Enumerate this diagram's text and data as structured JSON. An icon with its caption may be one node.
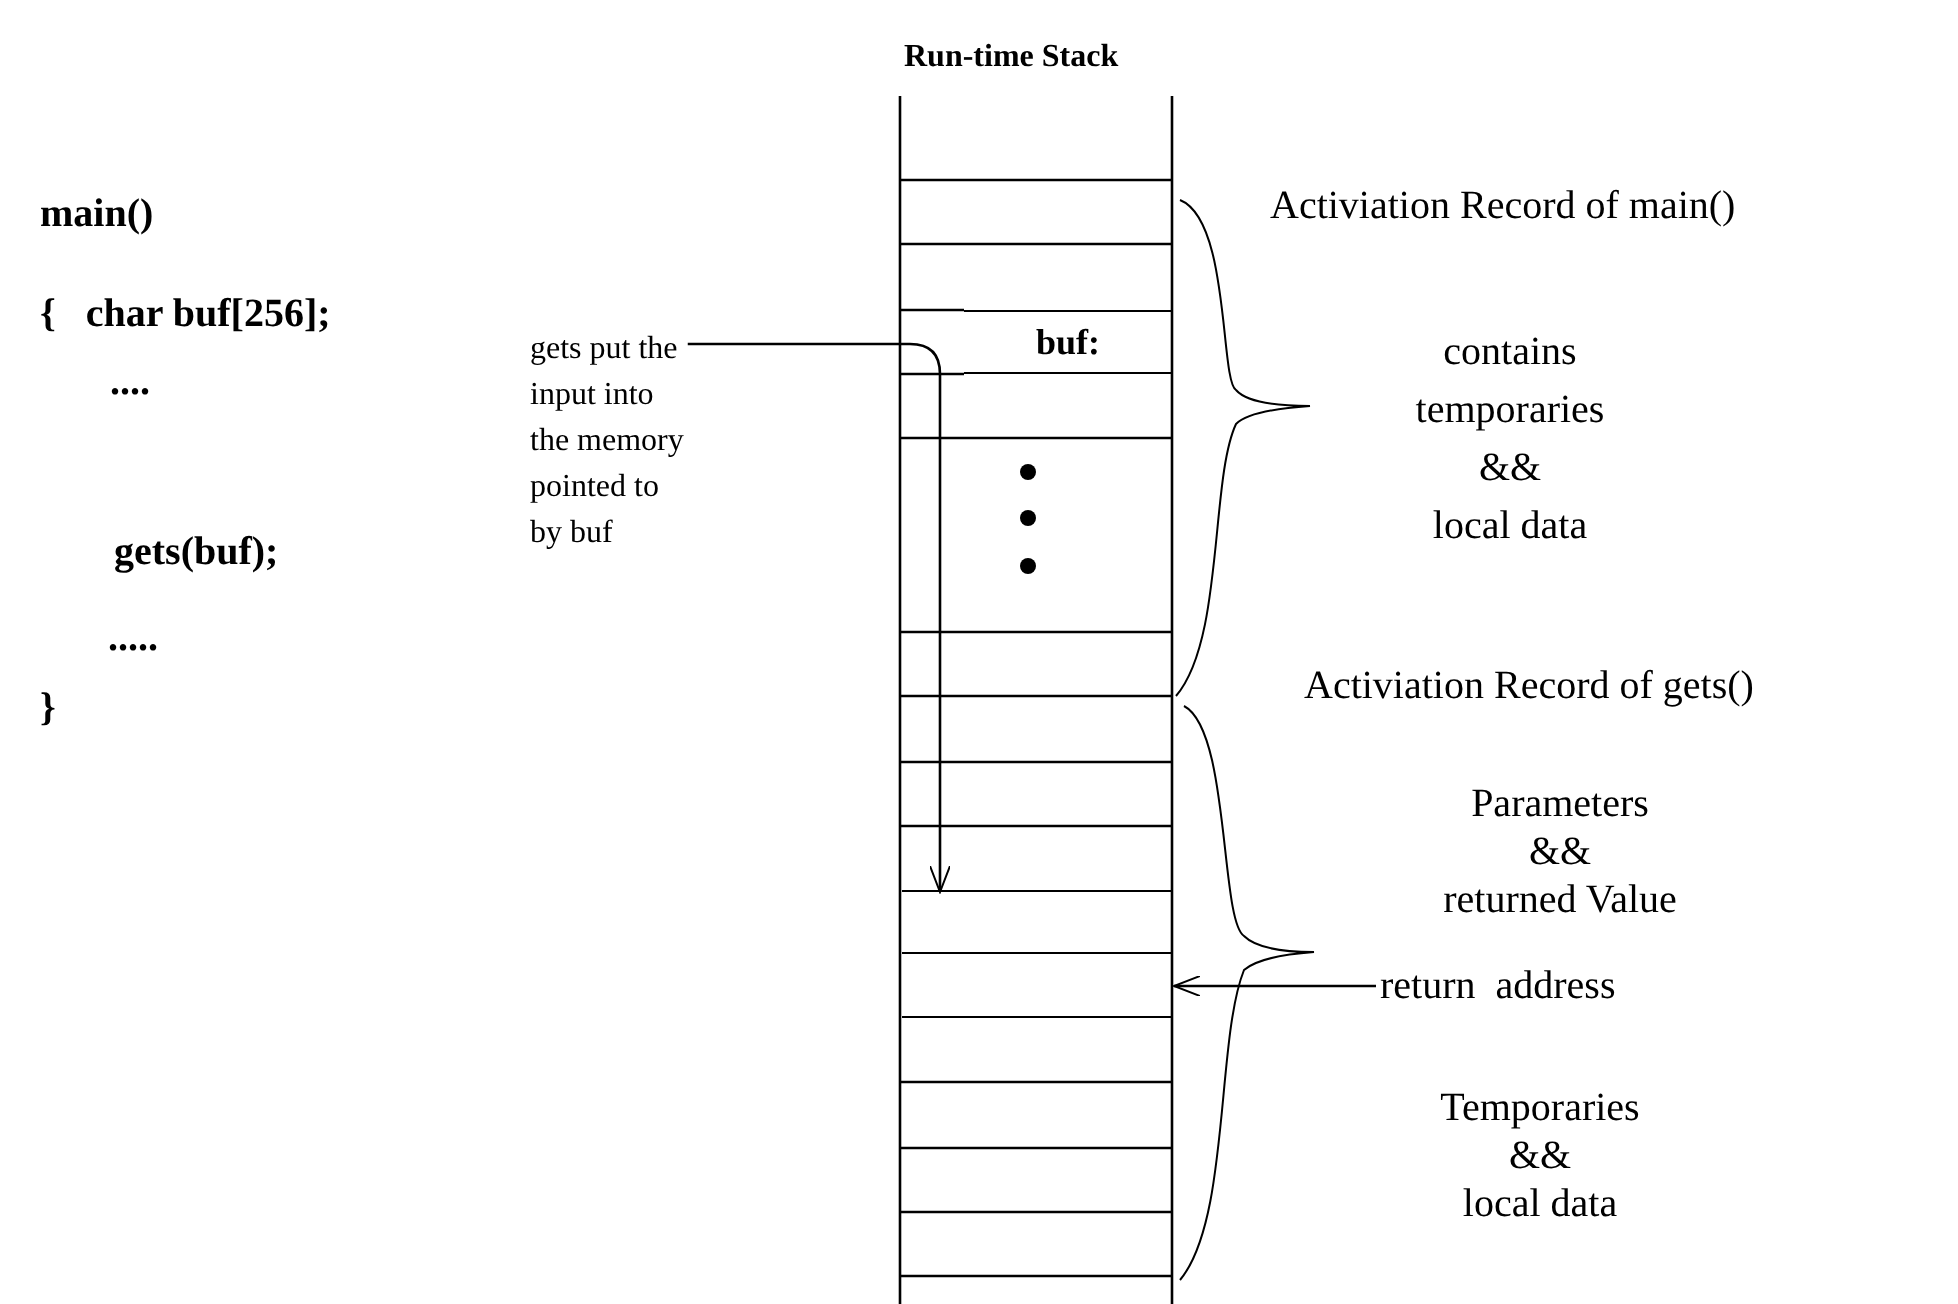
{
  "diagram": {
    "title": "Run-time Stack",
    "nodes": [
      {
        "text": [
          "gets put the input into the memory pointed to by buf"
        ]
      },
      {
        "text": [
          "buf:"
        ]
      },
      {
        "text": [],
        "shape": "box"
      },
      {
        "text": [
          "return  address"
        ]
      },
      {
        "text": [],
        "shape": "box"
      }
    ],
    "edges": [
      {
        "from": 0,
        "to": 2,
        "arrow": "to"
      },
      {
        "from": 3,
        "to": 4,
        "arrow": "to"
      }
    ],
    "labels": [
      "main()",
      "{   char buf[256];",
      "....",
      "gets(buf);",
      ".....",
      "}",
      "Activiation Record of main()",
      "contains temporaries && local data",
      "Activiation Record of gets()",
      "Parameters && returned Value",
      "Temporaries && local data"
    ]
  }
}
